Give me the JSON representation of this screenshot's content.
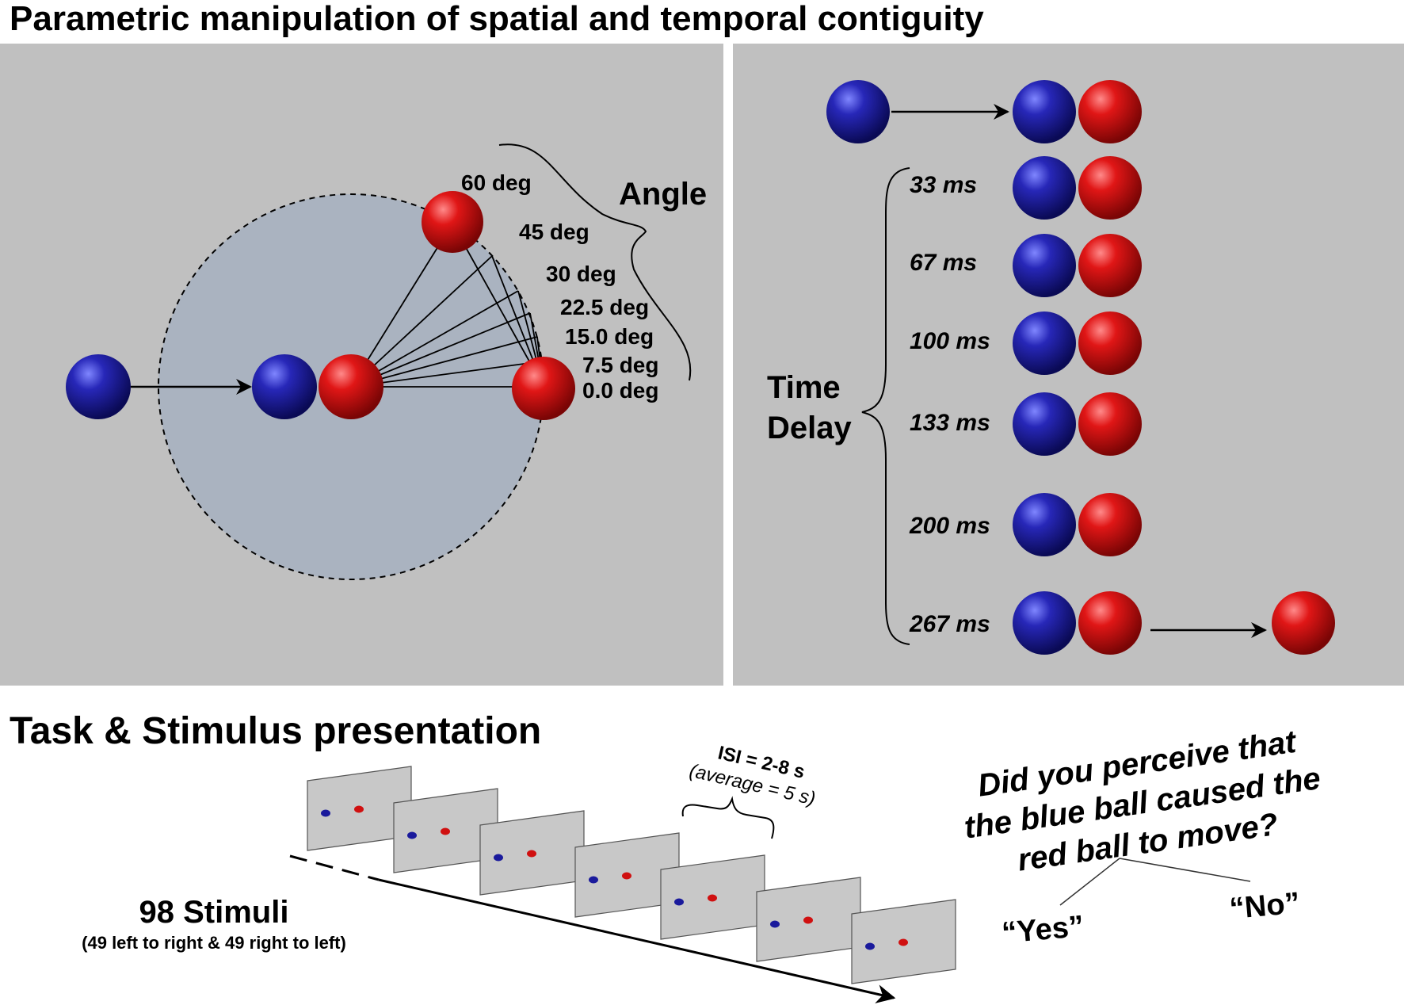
{
  "title": "Parametric manipulation of spatial and temporal contiguity",
  "spatial_panel": {
    "angle_label": "Angle",
    "angles": [
      "60 deg",
      "45 deg",
      "30 deg",
      "22.5 deg",
      "15.0 deg",
      "7.5 deg",
      "0.0 deg"
    ]
  },
  "temporal_panel": {
    "time_delay_label_line1": "Time",
    "time_delay_label_line2": "Delay",
    "delays": [
      "33 ms",
      "67 ms",
      "100 ms",
      "133 ms",
      "200 ms",
      "267 ms"
    ]
  },
  "task": {
    "title": "Task & Stimulus presentation",
    "isi_line1": "ISI = 2-8 s",
    "isi_line2": "(average = 5 s)",
    "stimuli_count": "98 Stimuli",
    "stimuli_detail": "(49 left to right & 49 right to left)",
    "question_line1": "Did you perceive that",
    "question_line2": "the blue ball caused the",
    "question_line3": "red ball to move?",
    "answer_yes": "“Yes”",
    "answer_no": "“No”"
  },
  "colors": {
    "panel_bg": "#c0c0c0",
    "circle_fill": "#aab3c0",
    "blue_ball": "#1a1a8c",
    "red_ball": "#c01010"
  }
}
